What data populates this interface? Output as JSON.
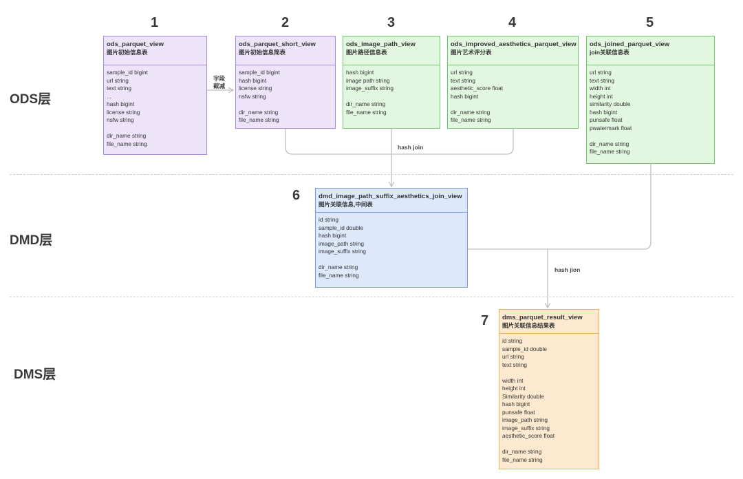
{
  "colors": {
    "purple": "#ede4fa",
    "green": "#e2f7df",
    "blue": "#dde8fb",
    "orange": "#fde9cf",
    "connector": "#bfbfbf"
  },
  "layers": {
    "ods": "ODS层",
    "dmd": "DMD层",
    "dms": "DMS层"
  },
  "numbers": [
    "1",
    "2",
    "3",
    "4",
    "5",
    "6",
    "7"
  ],
  "connector_labels": {
    "truncate_line1": "字段",
    "truncate_line2": "截减",
    "hash_join": "hash join",
    "hash_jion": "hash jion"
  },
  "tables": [
    {
      "name": "ods_parquet_view",
      "desc": "图片初始信息表",
      "fields": [
        "sample_id bigint",
        "url string",
        "text string",
        "...",
        "hash bigint",
        "license string",
        "nsfw string",
        "",
        "dir_name string",
        "file_name string"
      ]
    },
    {
      "name": "ods_parquet_short_view",
      "desc": "图片初始信息简表",
      "fields": [
        "sample_id bigint",
        "hash bigint",
        "license string",
        "nsfw string",
        "",
        "dir_name string",
        "file_name string"
      ]
    },
    {
      "name": "ods_image_path_view",
      "desc": "图片路径信息表",
      "fields": [
        "hash bigint",
        "image path string",
        "image_suffix string",
        "",
        "dir_name string",
        "file_name string"
      ]
    },
    {
      "name": "ods_improved_aesthetics_parquet_view",
      "desc": "图片艺术评分表",
      "fields": [
        "url string",
        "text string",
        "aesthetic_score float",
        "hash bigint",
        "",
        "dir_name string",
        "file_name string"
      ]
    },
    {
      "name": "ods_joined_parquet_view",
      "desc": "join关联信息表",
      "fields": [
        "url string",
        "text string",
        "width int",
        "height int",
        "similarity double",
        "hash bigint",
        "punsafe float",
        "pwatermark float",
        "",
        "dir_name string",
        "file_name string"
      ]
    },
    {
      "name": "dmd_image_path_suffix_aesthetics_join_view",
      "desc": "图片关联信息,中间表",
      "fields": [
        "id string",
        "sample_id double",
        "hash bigint",
        "image_path string",
        "image_suffix string",
        "",
        "dir_name string",
        "file_name string"
      ]
    },
    {
      "name": "dms_parquet_result_view",
      "desc": "图片关联信息结果表",
      "fields": [
        "id string",
        "sample_id double",
        "url string",
        "text string",
        "",
        "width int",
        "height int",
        "Similarity double",
        "hash bigint",
        "punsafe float",
        "image_path string",
        "image_suffix string",
        "aesthetic_score float",
        "",
        "dir_name string",
        "file_name string"
      ]
    }
  ]
}
